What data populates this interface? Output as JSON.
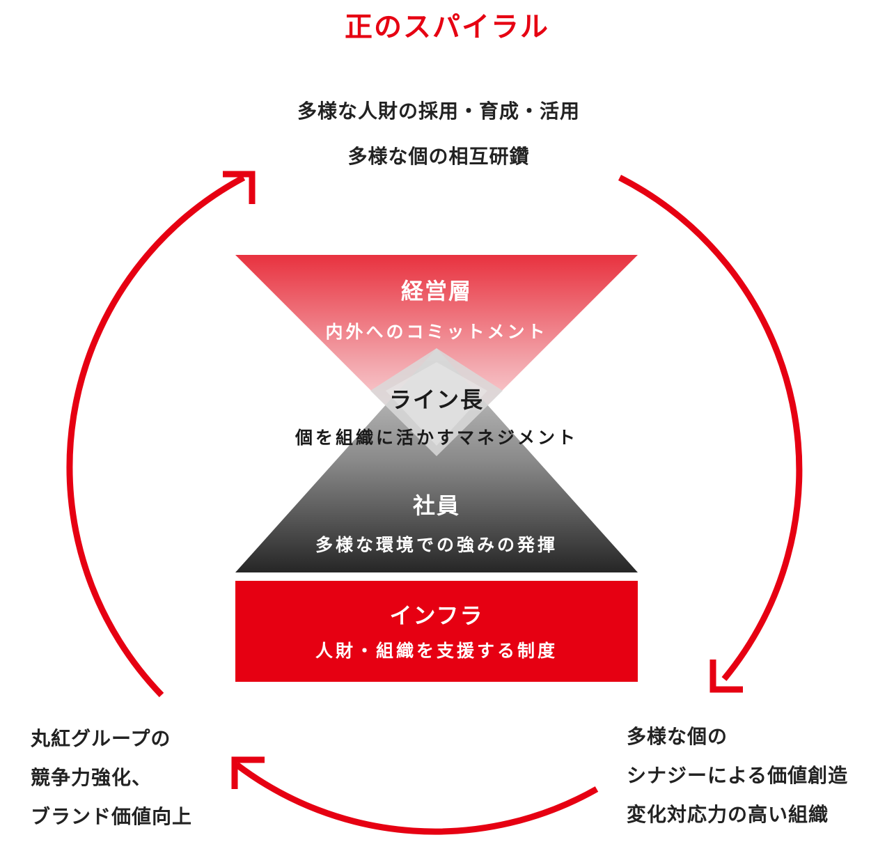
{
  "title": "正のスパイラル",
  "top": {
    "line1": "多様な人財の採用・育成・活用",
    "line2": "多様な個の相互研鑽"
  },
  "tiers": {
    "executive": {
      "title": "経営層",
      "subtitle": "内外へのコミットメント"
    },
    "line_manager": {
      "title": "ライン長",
      "subtitle": "個を組織に活かすマネジメント"
    },
    "employee": {
      "title": "社員",
      "subtitle": "多様な環境での強みの発揮"
    },
    "infrastructure": {
      "title": "インフラ",
      "subtitle": "人財・組織を支援する制度"
    }
  },
  "bottom_left": {
    "line1": "丸紅グループの",
    "line2": "競争力強化、",
    "line3": "ブランド価値向上"
  },
  "bottom_right": {
    "line1": "多様な個の",
    "line2": "シナジーによる価値創造",
    "line3": "変化対応力の高い組織"
  },
  "colors": {
    "accent": "#e60012",
    "dark": "#222222"
  }
}
